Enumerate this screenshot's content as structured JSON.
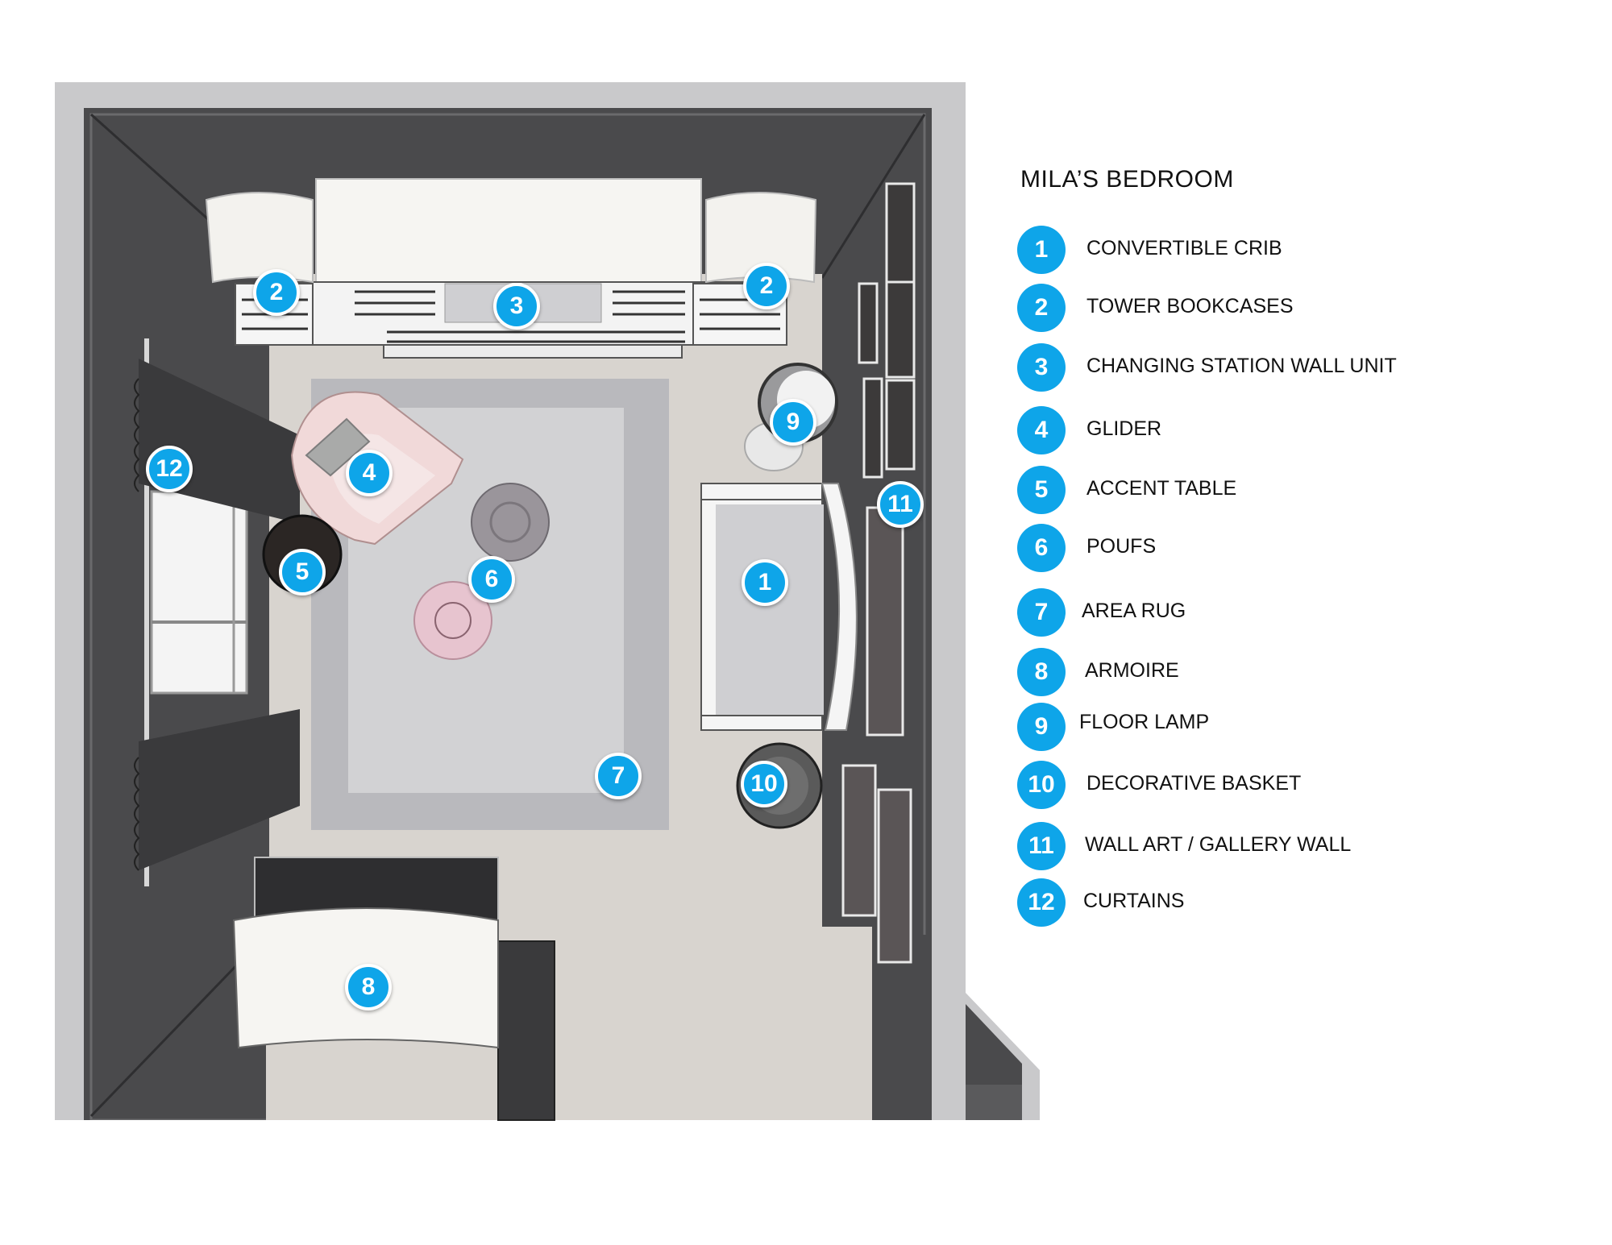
{
  "legend": {
    "title": "MILA’S BEDROOM",
    "items": [
      {
        "num": "1",
        "label": "CONVERTIBLE CRIB"
      },
      {
        "num": "2",
        "label": "TOWER BOOKCASES"
      },
      {
        "num": "3",
        "label": "CHANGING STATION WALL UNIT"
      },
      {
        "num": "4",
        "label": "GLIDER"
      },
      {
        "num": "5",
        "label": "ACCENT TABLE"
      },
      {
        "num": "6",
        "label": "POUFS"
      },
      {
        "num": "7",
        "label": "AREA RUG"
      },
      {
        "num": "8",
        "label": "ARMOIRE"
      },
      {
        "num": "9",
        "label": "FLOOR LAMP"
      },
      {
        "num": "10",
        "label": "DECORATIVE BASKET"
      },
      {
        "num": "11",
        "label": "WALL ART / GALLERY WALL"
      },
      {
        "num": "12",
        "label": "CURTAINS"
      }
    ]
  },
  "markers": {
    "m1": "1",
    "m2a": "2",
    "m2b": "2",
    "m3": "3",
    "m4": "4",
    "m5": "5",
    "m6": "6",
    "m7": "7",
    "m8": "8",
    "m9": "9",
    "m10": "10",
    "m11": "11",
    "m12": "12"
  },
  "colors": {
    "accent": "#0ea5e9",
    "wall": "#4a4a4c",
    "floor": "#d8d4cf",
    "rug_outer": "#b9b9bd",
    "rug_inner": "#d2d2d4",
    "glider": "#f1d9d9",
    "pouf_gray": "#9a959b",
    "pouf_pink": "#e7c4cf"
  }
}
